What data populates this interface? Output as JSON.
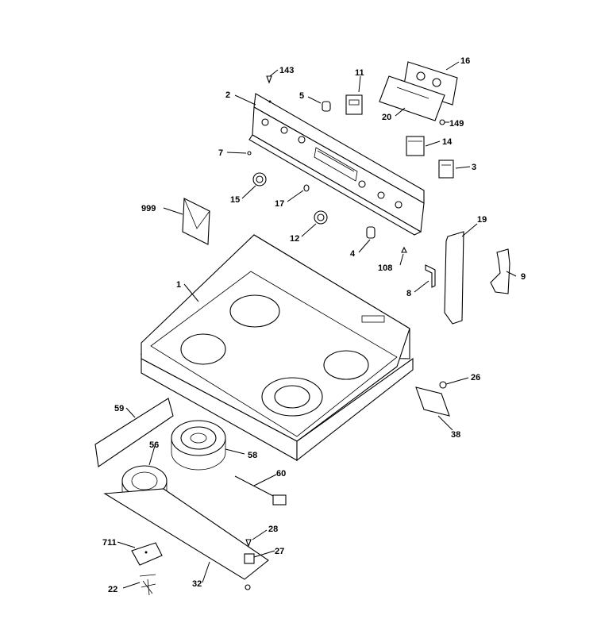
{
  "labels": {
    "l143": "143",
    "l11": "11",
    "l16": "16",
    "l2": "2",
    "l5": "5",
    "l20": "20",
    "l149": "149",
    "l7": "7",
    "l14": "14",
    "l3": "3",
    "l999": "999",
    "l15": "15",
    "l17": "17",
    "l19": "19",
    "l12": "12",
    "l4": "4",
    "l108": "108",
    "l9": "9",
    "l1": "1",
    "l8": "8",
    "l26": "26",
    "l38": "38",
    "l59": "59",
    "l56": "56",
    "l58": "58",
    "l60": "60",
    "l28": "28",
    "l711": "711",
    "l27": "27",
    "l32": "32",
    "l22": "22"
  }
}
